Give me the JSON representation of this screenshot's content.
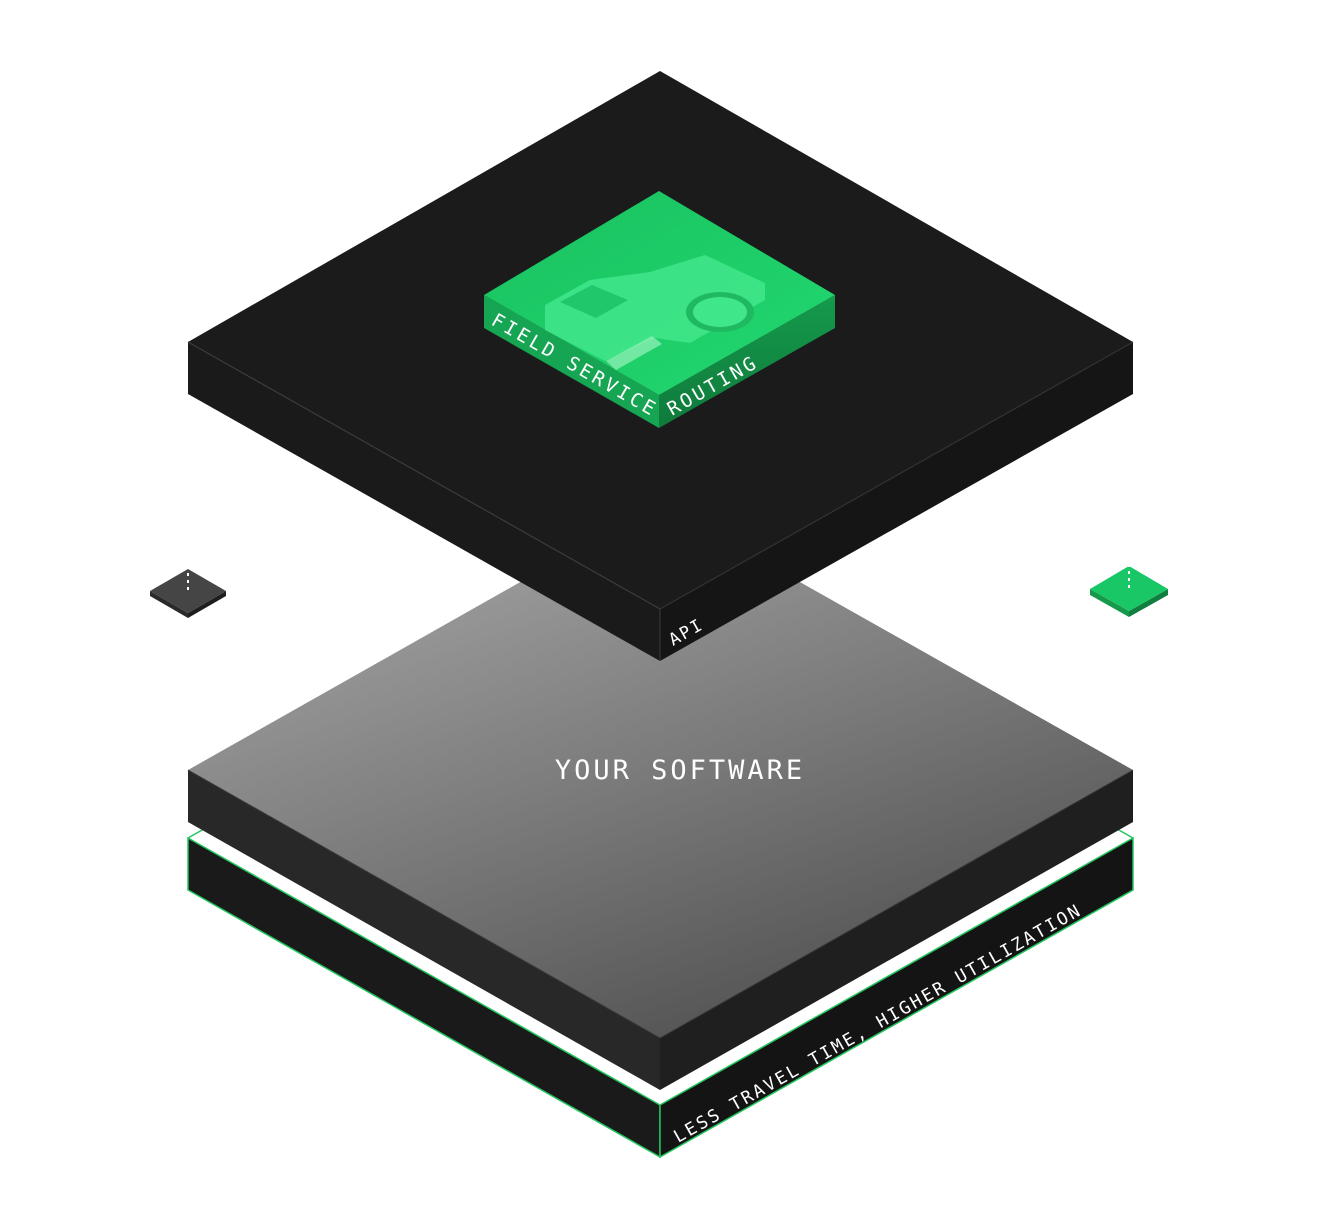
{
  "labels": {
    "green_tile": "FIELD SERVICE ROUTING",
    "api": "API",
    "software": "YOUR SOFTWARE",
    "base": "LESS TRAVEL TIME, HIGHER UTILIZATION"
  },
  "icons": {
    "vehicle": "truck-icon",
    "left_marker": "dark-node-icon",
    "right_marker": "green-node-icon"
  },
  "colors": {
    "accent_green": "#18c464",
    "dark_slab": "#1b1b1b",
    "base_border": "#22c55e",
    "text_light": "#ffffff"
  }
}
